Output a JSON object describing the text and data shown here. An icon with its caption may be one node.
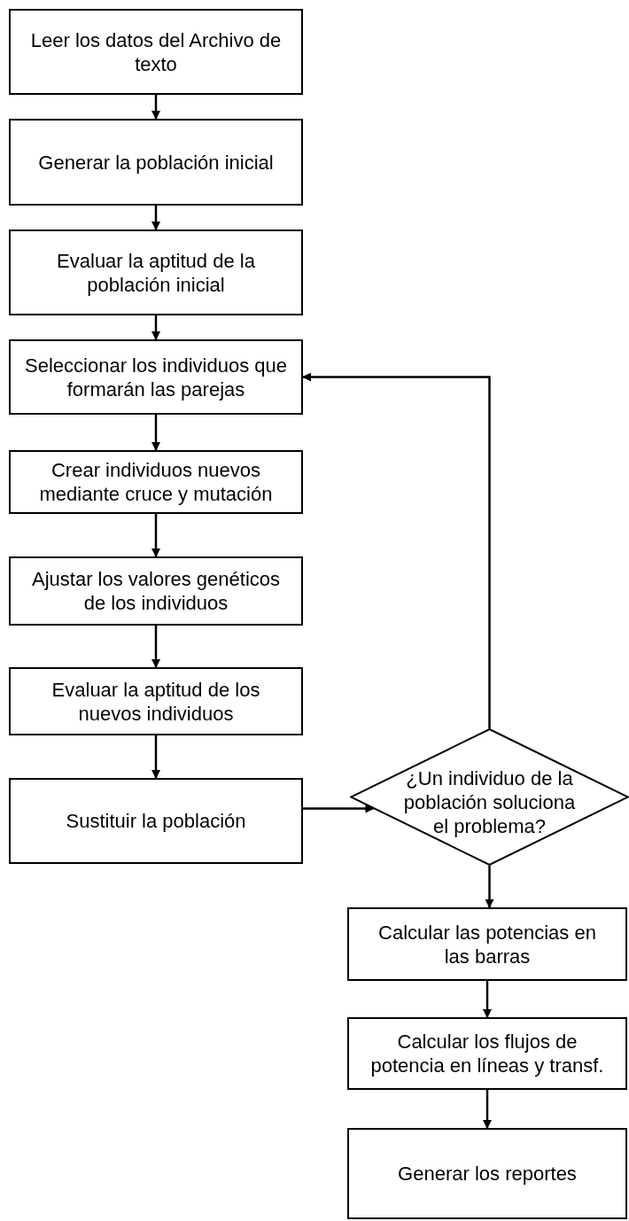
{
  "diagram": {
    "nodes": [
      {
        "text": [
          "Leer los datos del Archivo de texto"
        ]
      },
      {
        "text": [
          "Generar la población inicial"
        ]
      },
      {
        "text": [
          "Evaluar la aptitud de la población inicial"
        ]
      },
      {
        "text": [
          "Seleccionar los individuos que formarán las parejas"
        ]
      },
      {
        "text": [
          "Crear individuos nuevos mediante cruce y mutación"
        ]
      },
      {
        "text": [
          "Ajustar los valores genéticos de los individuos"
        ]
      },
      {
        "text": [
          "Evaluar la aptitud de los nuevos individuos"
        ]
      },
      {
        "text": [
          "Sustituir la población"
        ]
      },
      {
        "text": [
          "¿Un individuo de la población soluciona el problema?"
        ]
      },
      {
        "text": [
          "Calcular las potencias en las barras"
        ]
      },
      {
        "text": [
          "Calcular los flujos de potencia en líneas y transf."
        ]
      },
      {
        "text": [
          "Generar los reportes"
        ]
      }
    ],
    "edges": [
      {
        "from": 0,
        "to": 1,
        "arrow": "to"
      },
      {
        "from": 1,
        "to": 2,
        "arrow": "to"
      },
      {
        "from": 2,
        "to": 3,
        "arrow": "to"
      },
      {
        "from": 3,
        "to": 4,
        "arrow": "to"
      },
      {
        "from": 4,
        "to": 5,
        "arrow": "to"
      },
      {
        "from": 5,
        "to": 6,
        "arrow": "to"
      },
      {
        "from": 6,
        "to": 7,
        "arrow": "to"
      },
      {
        "from": 7,
        "to": 8,
        "arrow": "to"
      },
      {
        "from": 8,
        "to": 3,
        "arrow": "to"
      },
      {
        "from": 8,
        "to": 9,
        "arrow": "to"
      },
      {
        "from": 9,
        "to": 10,
        "arrow": "to"
      },
      {
        "from": 10,
        "to": 11,
        "arrow": "to"
      }
    ]
  }
}
